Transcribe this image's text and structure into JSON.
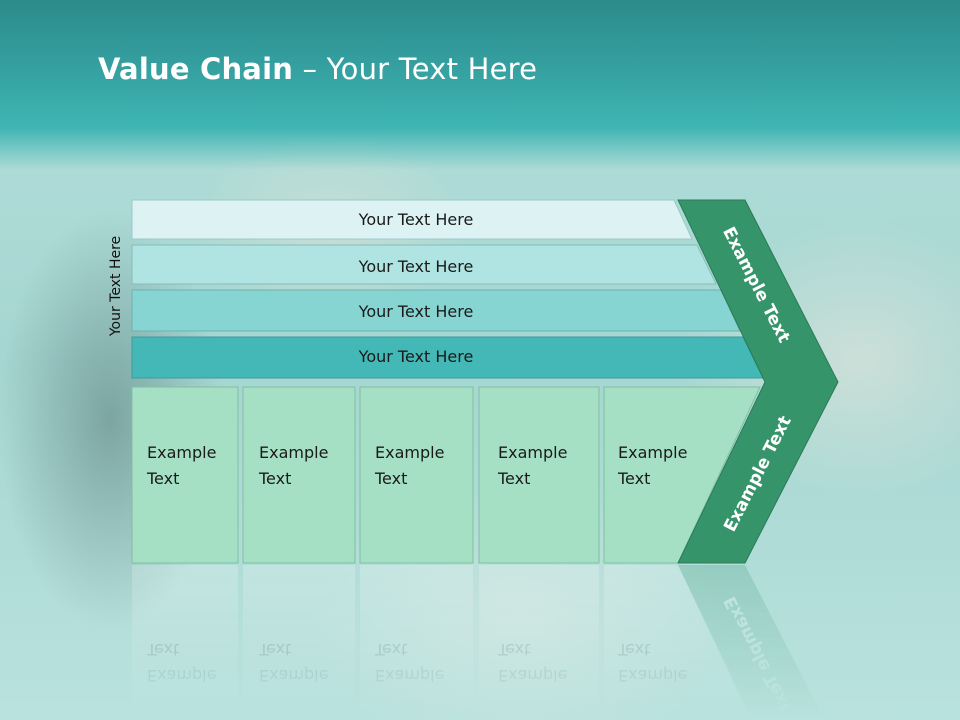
{
  "slide": {
    "title_bold": "Value Chain",
    "title_rest": " – Your Text Here",
    "vertical_label": "Your Text Here"
  },
  "rows": [
    {
      "label": "Your Text Here",
      "fill": "#dcf2f3"
    },
    {
      "label": "Your Text Here",
      "fill": "#b0e4e2"
    },
    {
      "label": "Your Text Here",
      "fill": "#86d5d2"
    },
    {
      "label": "Your Text Here",
      "fill": "#43b8b6"
    }
  ],
  "columns": [
    {
      "line1": "Example",
      "line2": "Text"
    },
    {
      "line1": "Example",
      "line2": "Text"
    },
    {
      "line1": "Example",
      "line2": "Text"
    },
    {
      "line1": "Example",
      "line2": "Text"
    },
    {
      "line1": "Example",
      "line2": "Text"
    }
  ],
  "chevron": {
    "upper_text": "Example Text",
    "lower_text": "Example Text",
    "color": "#35946a"
  },
  "colors": {
    "header": "#2c8a8a",
    "column_fill": "#a5e0c4",
    "column_border": "#7fbfa3"
  }
}
